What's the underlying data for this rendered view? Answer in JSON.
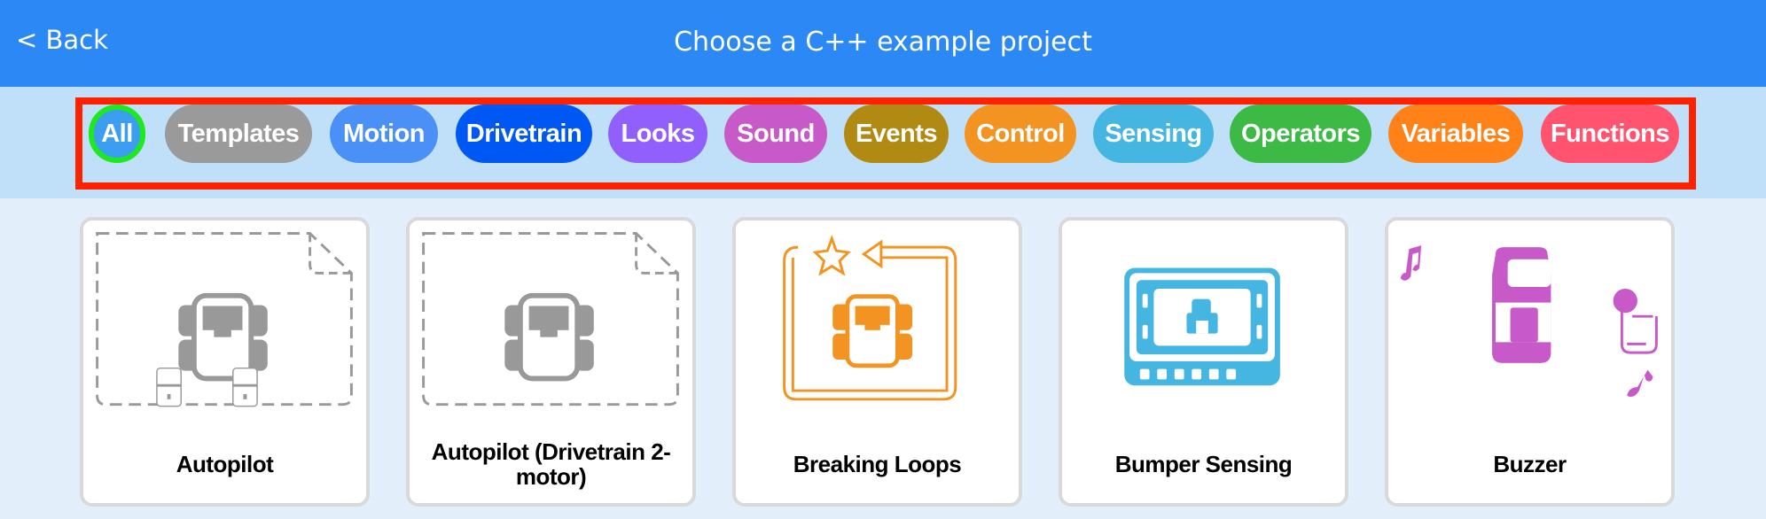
{
  "header": {
    "back_label": "< Back",
    "title": "Choose a C++ example project",
    "background": "#2b88f5"
  },
  "filters": {
    "selected": "All",
    "highlight_border": "#ff2200",
    "items": [
      {
        "label": "All",
        "color": "#3b9ef0",
        "selected": true
      },
      {
        "label": "Templates",
        "color": "#9a9a9a"
      },
      {
        "label": "Motion",
        "color": "#4a90f7"
      },
      {
        "label": "Drivetrain",
        "color": "#0058f4"
      },
      {
        "label": "Looks",
        "color": "#9160fc"
      },
      {
        "label": "Sound",
        "color": "#c859c8"
      },
      {
        "label": "Events",
        "color": "#b18a13"
      },
      {
        "label": "Control",
        "color": "#f39422"
      },
      {
        "label": "Sensing",
        "color": "#45b6e2"
      },
      {
        "label": "Operators",
        "color": "#3db946"
      },
      {
        "label": "Variables",
        "color": "#ff8219"
      },
      {
        "label": "Functions",
        "color": "#ff5370"
      }
    ]
  },
  "projects": [
    {
      "title": "Autopilot",
      "icon": "robot-template-icon",
      "icon_color": "#999999"
    },
    {
      "title": "Autopilot (Drivetrain 2-motor)",
      "icon": "robot-template-icon",
      "icon_color": "#999999"
    },
    {
      "title": "Breaking Loops",
      "icon": "loop-robot-icon",
      "icon_color": "#f39422"
    },
    {
      "title": "Bumper Sensing",
      "icon": "brain-screen-icon",
      "icon_color": "#45b6e2"
    },
    {
      "title": "Buzzer",
      "icon": "buzzer-icon",
      "icon_color": "#c859c8"
    }
  ]
}
